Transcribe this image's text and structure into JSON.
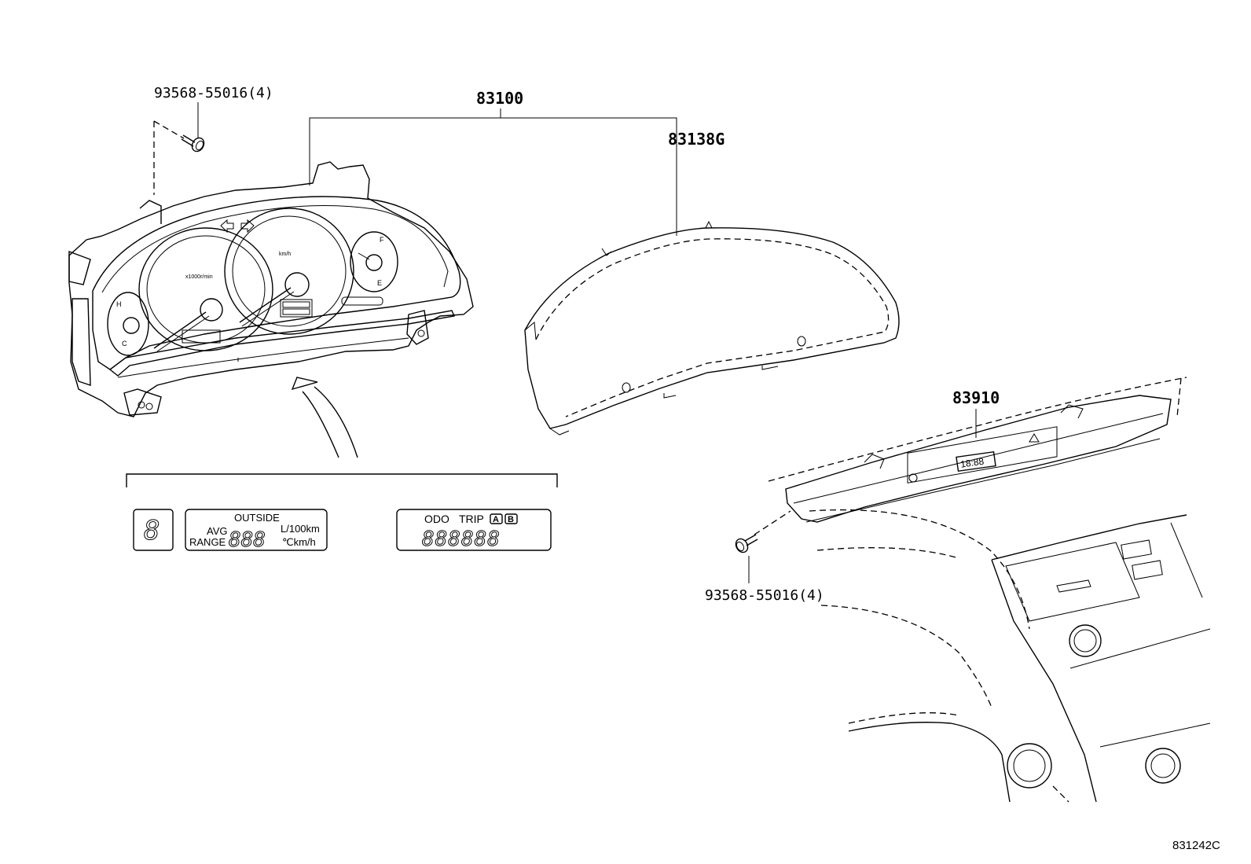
{
  "callouts": {
    "screw_top": "93568-55016(4)",
    "meter_assy": "83100",
    "glass": "83138G",
    "clock": "83910",
    "screw_bottom": "93568-55016(4)"
  },
  "lcd_panels": {
    "gear": {
      "digit": "8"
    },
    "outside": {
      "title": "OUTSIDE",
      "avg": "AVG",
      "range": "RANGE",
      "digits": "888",
      "unit_fuel": "L/100km",
      "unit_temp": "℃km/h"
    },
    "odo": {
      "odo": "ODO",
      "trip": "TRIP",
      "a": "A",
      "b": "B",
      "digits": "888888"
    }
  },
  "clock_display": "18:88",
  "diagram_code": "831242C"
}
